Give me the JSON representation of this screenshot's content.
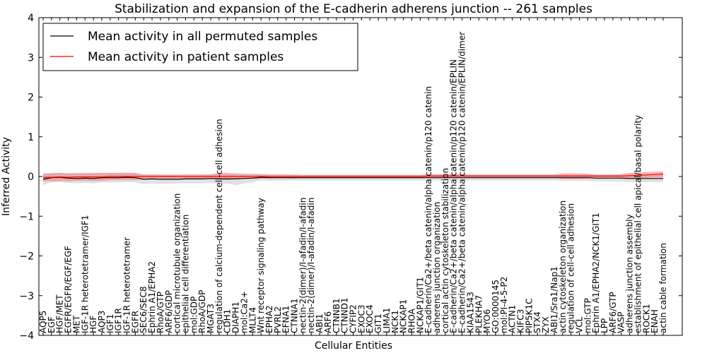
{
  "chart_data": {
    "type": "line",
    "title": "Stabilization and expansion of the E-cadherin adherens junction -- 261 samples",
    "xlabel": "Cellular Entities",
    "ylabel": "Inferred Activity",
    "ylim": [
      -4,
      4
    ],
    "yticks": [
      -4,
      -3,
      -2,
      -1,
      0,
      1,
      2,
      3,
      4
    ],
    "grid": false,
    "legend_position": "top-left",
    "categories": [
      "AQP5",
      "EGF",
      "HGF/MET",
      "EGFR/EGFR/EGF/EGF",
      "MET",
      "IGF-1R heterotetramer/IGF1",
      "HGF",
      "AQP3",
      "IGF1",
      "IGF1R",
      "IGF-1R heterotetramer",
      "EGFR",
      "SEC6/SEC8",
      "Ephrin A1/EPHA2",
      "RhoA/GTP",
      "ARF6/GDP",
      "cortical microtubule organization",
      "epithelial cell differentiation",
      "mol:GDP",
      "RhoA/GDP",
      "MGAT3",
      "regulation of calcium-dependent cell-cell adhesion",
      "CDH1",
      "DIAPH1",
      "mol:Ca2+",
      "MLLT4",
      "Wnt receptor signaling pathway",
      "EPHA2",
      "PVRL2",
      "EFNA1",
      "CTNNA1",
      "nectin-2(dimer)/I-afadin/I-afadin",
      "nectin-2(dimer)/I-afadin/I-afadin",
      "ABI1",
      "ARF6",
      "CTNNB1",
      "CTNND1",
      "CYFIP2",
      "EXOC3",
      "EXOC4",
      "GIT1",
      "LIMA1",
      "NCK1",
      "NCKAP1",
      "RHOA",
      "NCKAP1/GIT1",
      "E-cadherin/Ca2+/beta catenin/alpha catenin/p120 catenin",
      "adherens junction organization",
      "cortical actin cytoskeleton stabilization",
      "E-cadherin/Ca2+/beta catenin/alpha catenin/p120 catenin/EPLIN",
      "E-cadherin/Ca2+/beta catenin/alpha catenin/p120 catenin/EPLIN/dimer",
      "KIAA1543",
      "PLEKHA7",
      "MYO6",
      "GO:0000145",
      "mol:PI-4-5-P2",
      "ACTN1",
      "KIFC3",
      "PIP5K1C",
      "STX4",
      "ZYX",
      "ABI1/Sra1/Nap1",
      "actin cytoskeleton organization",
      "regulation of cell-cell adhesion",
      "VCL",
      "mol:GTP",
      "Ephrin A1/EPHA2/NCK1/GIT1",
      "LPP",
      "ARF6/GTP",
      "VASP",
      "adherens junction assembly",
      "establishment of epithelial cell apical/basal polarity",
      "ROCK1",
      "ENAH",
      "actin cable formation"
    ],
    "series": [
      {
        "name": "Mean activity in all permuted samples",
        "color": "#000000",
        "band_color": "#c8c8c8",
        "values": [
          -0.07,
          -0.03,
          -0.02,
          -0.04,
          -0.05,
          -0.04,
          -0.05,
          -0.03,
          -0.03,
          -0.03,
          -0.02,
          -0.03,
          -0.07,
          -0.06,
          -0.07,
          -0.07,
          -0.07,
          -0.06,
          -0.06,
          -0.06,
          -0.05,
          -0.06,
          -0.06,
          -0.06,
          -0.05,
          -0.04,
          -0.02,
          -0.03,
          -0.03,
          -0.03,
          -0.03,
          -0.03,
          -0.03,
          -0.03,
          -0.03,
          -0.03,
          -0.03,
          -0.03,
          -0.03,
          -0.03,
          -0.03,
          -0.03,
          -0.03,
          -0.03,
          -0.03,
          -0.03,
          -0.03,
          -0.03,
          -0.03,
          -0.03,
          -0.03,
          -0.03,
          -0.03,
          -0.03,
          -0.03,
          -0.03,
          -0.03,
          -0.03,
          -0.03,
          -0.03,
          -0.03,
          -0.03,
          -0.03,
          -0.03,
          -0.03,
          -0.03,
          -0.04,
          -0.04,
          -0.04,
          -0.04,
          -0.05,
          -0.05,
          -0.05,
          -0.05,
          -0.05
        ],
        "spread": [
          0.14,
          0.12,
          0.12,
          0.12,
          0.12,
          0.12,
          0.12,
          0.12,
          0.12,
          0.12,
          0.12,
          0.12,
          0.12,
          0.12,
          0.12,
          0.11,
          0.11,
          0.11,
          0.11,
          0.11,
          0.11,
          0.12,
          0.12,
          0.16,
          0.12,
          0.11,
          0.08,
          0.08,
          0.08,
          0.08,
          0.07,
          0.07,
          0.07,
          0.07,
          0.07,
          0.07,
          0.07,
          0.07,
          0.07,
          0.07,
          0.07,
          0.07,
          0.07,
          0.07,
          0.07,
          0.07,
          0.07,
          0.07,
          0.07,
          0.07,
          0.07,
          0.07,
          0.07,
          0.07,
          0.07,
          0.07,
          0.07,
          0.07,
          0.07,
          0.07,
          0.07,
          0.07,
          0.08,
          0.08,
          0.08,
          0.08,
          0.08,
          0.08,
          0.09,
          0.09,
          0.09,
          0.09,
          0.09,
          0.09,
          0.09
        ]
      },
      {
        "name": "Mean activity in patient samples",
        "color": "#ff0000",
        "band_color": "#f08080",
        "values": [
          -0.02,
          -0.02,
          -0.01,
          -0.02,
          -0.01,
          -0.01,
          -0.01,
          -0.01,
          0.0,
          0.0,
          0.0,
          0.0,
          0.0,
          0.0,
          0.0,
          0.0,
          0.0,
          0.0,
          0.0,
          0.0,
          0.0,
          0.0,
          0.0,
          0.0,
          0.0,
          0.0,
          0.0,
          0.0,
          0.0,
          0.0,
          0.0,
          0.0,
          0.0,
          0.0,
          0.0,
          0.0,
          0.0,
          0.0,
          0.0,
          0.0,
          0.0,
          0.0,
          0.0,
          0.0,
          0.0,
          0.0,
          0.01,
          0.01,
          0.01,
          0.01,
          0.01,
          0.01,
          0.01,
          0.01,
          0.01,
          0.01,
          0.01,
          0.01,
          0.01,
          0.01,
          0.01,
          0.01,
          0.01,
          0.01,
          0.01,
          0.01,
          0.01,
          0.01,
          0.01,
          0.01,
          0.02,
          0.03,
          0.04,
          0.05,
          0.06
        ],
        "spread": [
          0.1,
          0.1,
          0.1,
          0.1,
          0.1,
          0.1,
          0.1,
          0.1,
          0.09,
          0.09,
          0.09,
          0.09,
          0.05,
          0.05,
          0.05,
          0.05,
          0.05,
          0.05,
          0.05,
          0.05,
          0.05,
          0.09,
          0.09,
          0.06,
          0.06,
          0.06,
          0.06,
          0.05,
          0.05,
          0.05,
          0.05,
          0.04,
          0.04,
          0.04,
          0.04,
          0.04,
          0.04,
          0.04,
          0.04,
          0.04,
          0.04,
          0.04,
          0.04,
          0.04,
          0.04,
          0.04,
          0.05,
          0.05,
          0.05,
          0.05,
          0.05,
          0.04,
          0.04,
          0.04,
          0.04,
          0.04,
          0.04,
          0.04,
          0.04,
          0.04,
          0.04,
          0.04,
          0.07,
          0.07,
          0.07,
          0.06,
          0.04,
          0.04,
          0.04,
          0.05,
          0.07,
          0.07,
          0.07,
          0.07,
          0.07
        ]
      }
    ]
  }
}
